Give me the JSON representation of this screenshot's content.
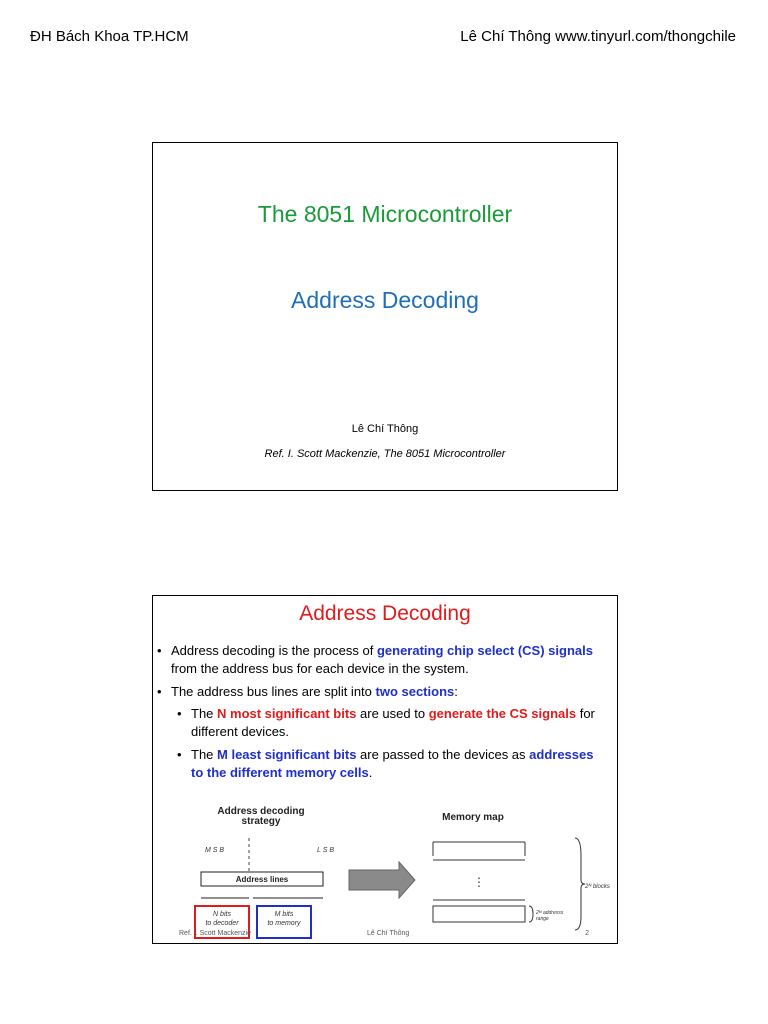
{
  "header": {
    "left": "ĐH Bách Khoa TP.HCM",
    "right": "Lê Chí Thông www.tinyurl.com/thongchile"
  },
  "slide1": {
    "title": "The 8051 Microcontroller",
    "subtitle": "Address Decoding",
    "author": "Lê Chí Thông",
    "ref": "Ref. I. Scott Mackenzie, The 8051 Microcontroller"
  },
  "slide2": {
    "title": "Address Decoding",
    "b1": {
      "a": "Address decoding is the process of ",
      "b": "generating chip select (CS) signals",
      "c": "from the address bus for each device in the system."
    },
    "b2": {
      "a": "The address bus lines are split into ",
      "b": "two sections",
      "c": ":"
    },
    "b3": {
      "a": "The ",
      "b": "N most significant bits",
      "c": " are used to ",
      "d": "generate the CS signals",
      "e": " for",
      "f": "different devices."
    },
    "b4": {
      "a": "The ",
      "b": "M least significant bits",
      "c": " are passed to the devices as ",
      "d": "addresses",
      "e": "to the different memory cells",
      "f": "."
    },
    "diagram": {
      "strategy_title_1": "Address decoding",
      "strategy_title_2": "strategy",
      "msb_label": "M S B",
      "lsb_label": "L S B",
      "address_lines": "Address lines",
      "n_bits_1": "N bits",
      "n_bits_2": "to decoder",
      "m_bits_1": "M bits",
      "m_bits_2": "to memory",
      "memory_map": "Memory map",
      "dots": "⋮",
      "blocks_label": "2ᴺ blocks",
      "range_label_1": "2ᴹ addresss",
      "range_label_2": "range"
    },
    "footer": {
      "left": "Ref. I. Scott Mackenzie",
      "center": "Lê Chí Thông",
      "page": "2"
    }
  }
}
